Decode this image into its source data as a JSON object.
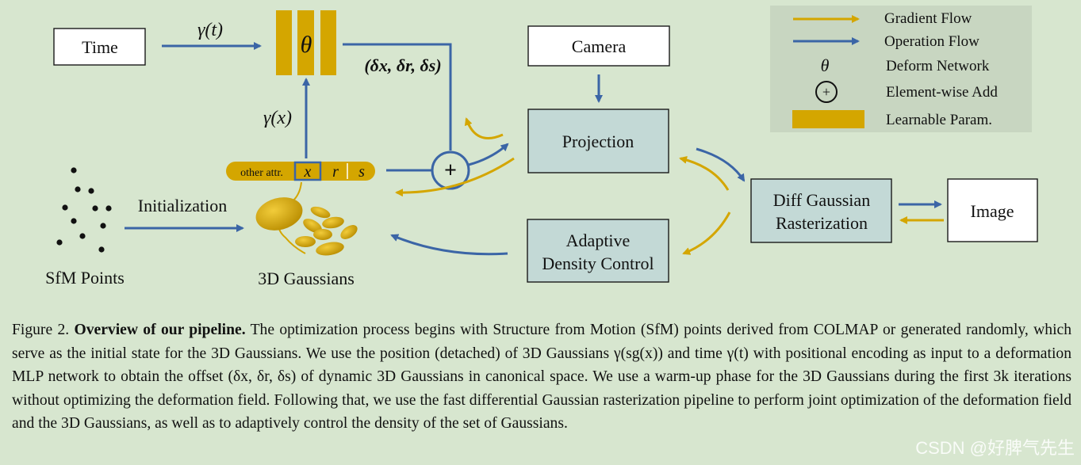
{
  "nodes": {
    "time": "Time",
    "camera": "Camera",
    "projection": "Projection",
    "adaptive_line1": "Adaptive",
    "adaptive_line2": "Density Control",
    "rasterization_line1": "Diff Gaussian",
    "rasterization_line2": "Rasterization",
    "image": "Image",
    "sfm_points": "SfM Points",
    "gaussians": "3D Gaussians",
    "deform_network": "θ"
  },
  "edge_labels": {
    "gamma_t": "γ(t)",
    "gamma_x": "γ(x)",
    "initialization": "Initialization",
    "deltas": "(δx, δr, δs)"
  },
  "attr_bar": {
    "other": "other attr.",
    "x": "x",
    "r": "r",
    "s": "s"
  },
  "legend": [
    {
      "label": "Gradient Flow"
    },
    {
      "label": "Operation Flow"
    },
    {
      "label": "Deform Network",
      "symbol": "θ"
    },
    {
      "label": "Element-wise Add",
      "symbol": "+"
    },
    {
      "label": "Learnable Param."
    }
  ],
  "caption": {
    "prefix": "Figure 2. ",
    "title": "Overview of our pipeline.",
    "body": " The optimization process begins with Structure from Motion (SfM) points derived from COLMAP or generated randomly, which serve as the initial state for the 3D Gaussians. We use the position (detached) of 3D Gaussians γ(sg(x)) and time γ(t) with positional encoding as input to a deformation MLP network to obtain the offset (δx, δr, δs) of dynamic 3D Gaussians in canonical space. We use a warm-up phase for the 3D Gaussians during the first 3k iterations without optimizing the deformation field. Following that, we use the fast differential Gaussian rasterization pipeline to perform joint optimization of the deformation field and the 3D Gaussians, as well as to adaptively control the density of the set of Gaussians."
  },
  "watermark": "CSDN @好脾气先生",
  "colors": {
    "background": "#d7e6cf",
    "gradient_flow": "#d4a600",
    "operation_flow": "#3b65a6",
    "module_fill": "#c3d9d6",
    "legend_bg": "#c8d6c1"
  }
}
